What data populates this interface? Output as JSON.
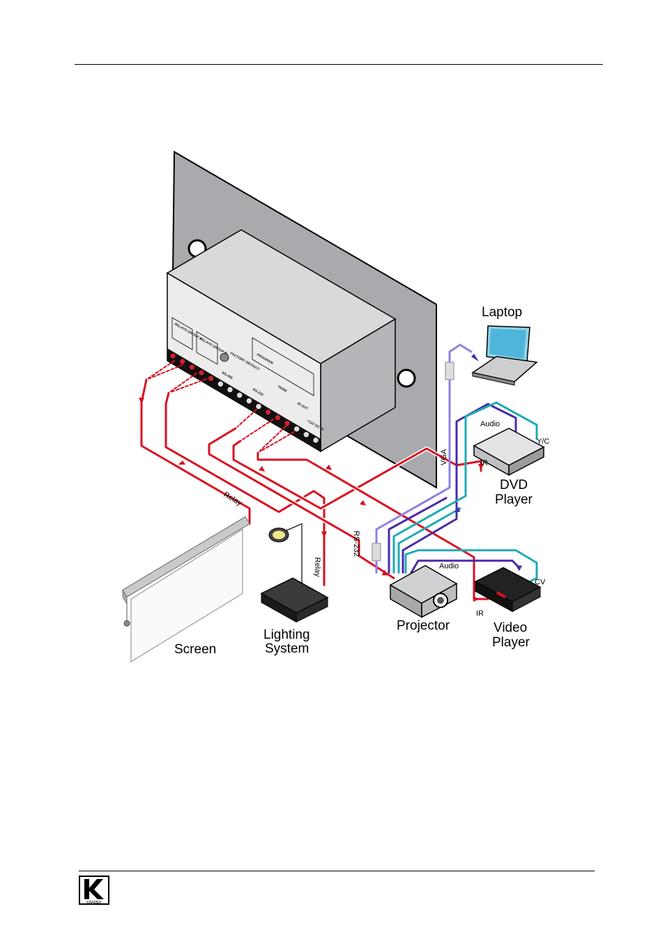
{
  "labels": {
    "laptop": "Laptop",
    "dvd_line1": "DVD",
    "dvd_line2": "Player",
    "projector": "Projector",
    "video_line1": "Video",
    "video_line2": "Player",
    "screen": "Screen",
    "lighting_line1": "Lighting",
    "lighting_line2": "System"
  },
  "cable_labels": {
    "vga": "VGA",
    "audio_dvd": "Audio",
    "yc": "Y/C",
    "ir_dvd": "IR",
    "audio_video": "Audio",
    "cv": "CV",
    "ir_video": "IR",
    "rs232": "RS-232",
    "relay_screen": "Relay",
    "relay_lighting": "Relay"
  },
  "panel_labels": {
    "relays_group_a": "RELAYS GROUP A",
    "relays_group_b": "RELAYS GROUP B",
    "factory_default": "FACTORY DEFAULT",
    "rs485": "RS-485",
    "program": "PROGRAM",
    "term": "TERM",
    "rs232": "RS-232",
    "ir_out": "IR OUT",
    "power": "+12V DC IN"
  },
  "logo": {
    "brand": "KRAMER"
  },
  "colors": {
    "relay": "#d9101f",
    "vga": "#8f7fe6",
    "audio": "#4a2aa8",
    "video": "#1eaab5",
    "panel": "#a8aaad"
  }
}
